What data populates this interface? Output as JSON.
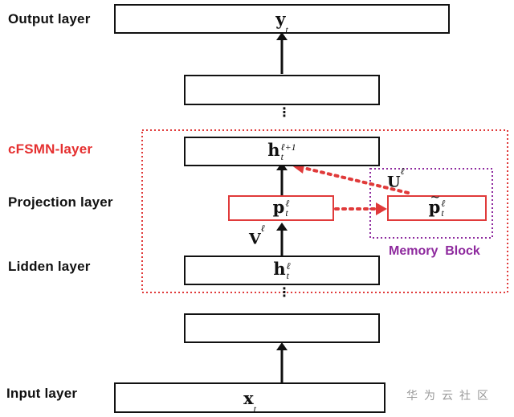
{
  "labels": {
    "output": "Output layer",
    "cfsmn": "cFSMN-layer",
    "projection": "Projection layer",
    "hidden": "Lidden layer",
    "input": "Input layer"
  },
  "boxes": {
    "output": {
      "symbol": "y",
      "sub": "t"
    },
    "upper_hidden": {
      "symbol": ""
    },
    "cfsmn_hidden": {
      "symbol": "h",
      "sub": "t",
      "sup": "ℓ+1"
    },
    "projection": {
      "symbol": "p",
      "sub": "t",
      "sup": "ℓ"
    },
    "memory": {
      "symbol": "p",
      "tilde": "~",
      "sub": "t",
      "sup": "ℓ"
    },
    "hidden": {
      "symbol": "h",
      "sub": "t",
      "sup": "ℓ"
    },
    "lower_hidden": {
      "symbol": ""
    },
    "input": {
      "symbol": "x",
      "sub": "t"
    }
  },
  "weights": {
    "v": {
      "symbol": "V",
      "sup": "ℓ"
    },
    "u": {
      "symbol": "U",
      "sup": "ℓ"
    }
  },
  "memory_block_label": "Memory  Block",
  "dots": ":",
  "watermark": "华为云社区",
  "colors": {
    "red": "#e03a3a",
    "purple": "#8e2a9e",
    "black": "#111111"
  }
}
